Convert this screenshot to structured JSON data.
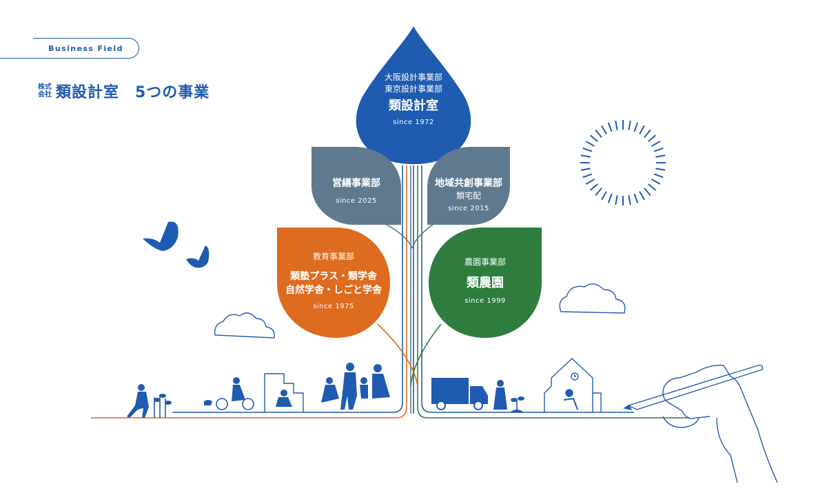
{
  "header": {
    "pill_label": "Business Field",
    "kabushiki": [
      "株式",
      "会社"
    ],
    "title": "類設計室　5つの事業"
  },
  "leaves": {
    "main": {
      "lines": [
        "大阪設計事業部",
        "東京設計事業部"
      ],
      "name": "類設計室",
      "since": "since 1972",
      "color": "#1f5bb0"
    },
    "eizen": {
      "name": "営繕事業部",
      "since": "since 2025",
      "color": "#5f7a8f"
    },
    "chiiki": {
      "name": "地域共創事業部",
      "sub": "類宅配",
      "since": "since 2015",
      "color": "#5f7a8f"
    },
    "kyoiku": {
      "title": "教育事業部",
      "lines": [
        "類塾プラス・類学舎",
        "自然学舎・しごと学舎"
      ],
      "since": "since 1975",
      "color": "#dd6b20"
    },
    "noen": {
      "title": "農園事業部",
      "name": "類農園",
      "since": "since 1999",
      "color": "#2e7d3f"
    }
  },
  "icons": {
    "birds": "bird-icon",
    "sun": "sun-icon",
    "clouds": "cloud-icon",
    "hand": "hand-with-pen-icon",
    "truck": "truck-icon",
    "school": "school-building-icon"
  }
}
